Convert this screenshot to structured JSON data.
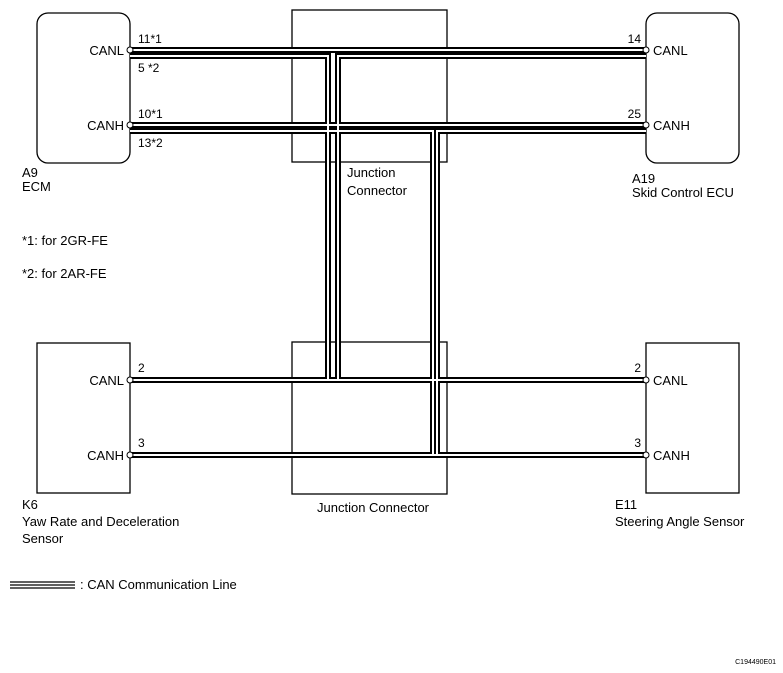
{
  "components": {
    "ecm": {
      "code": "A9",
      "name": "ECM"
    },
    "skid": {
      "code": "A19",
      "name": "Skid Control ECU"
    },
    "yaw": {
      "code": "K6",
      "name_line1": "Yaw Rate and Deceleration",
      "name_line2": "Sensor"
    },
    "steering": {
      "code": "E11",
      "name": "Steering Angle Sensor"
    },
    "junction_top": {
      "name_line1": "Junction",
      "name_line2": "Connector"
    },
    "junction_bottom": {
      "name": "Junction Connector"
    }
  },
  "pins": {
    "ecm_canl": {
      "label": "CANL",
      "num1": "11*1",
      "num2": "5 *2"
    },
    "ecm_canh": {
      "label": "CANH",
      "num1": "10*1",
      "num2": "13*2"
    },
    "skid_canl": {
      "label": "CANL",
      "num": "14"
    },
    "skid_canh": {
      "label": "CANH",
      "num": "25"
    },
    "yaw_canl": {
      "label": "CANL",
      "num": "2"
    },
    "yaw_canh": {
      "label": "CANH",
      "num": "3"
    },
    "steer_canl": {
      "label": "CANL",
      "num": "2"
    },
    "steer_canh": {
      "label": "CANH",
      "num": "3"
    }
  },
  "notes": {
    "note1": "*1: for 2GR-FE",
    "note2": "*2: for 2AR-FE"
  },
  "legend": {
    "label": ": CAN Communication Line"
  },
  "figure_code": "C194490E01",
  "colors": {
    "line": "#000000",
    "line_gap": "#ffffff"
  }
}
